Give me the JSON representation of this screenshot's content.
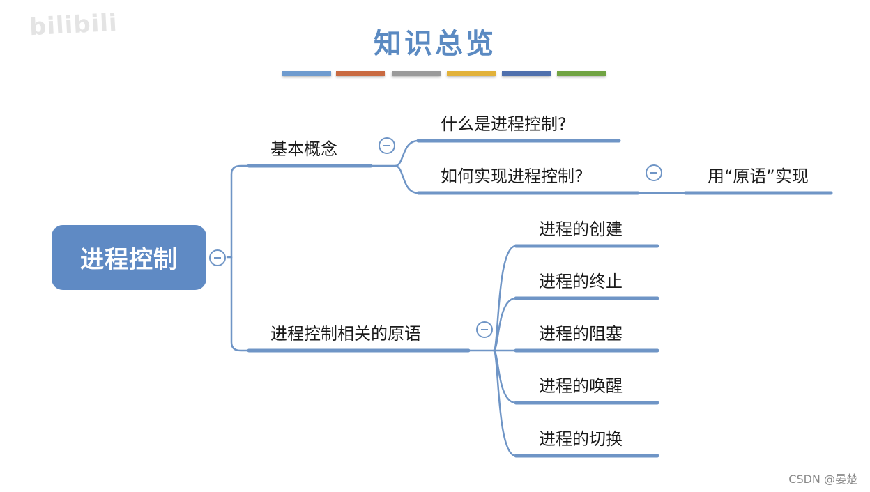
{
  "logo_text": "bilibili",
  "title": "知识总览",
  "color_bars": [
    "#6e9bcf",
    "#c96a41",
    "#9a9a9a",
    "#e2b23a",
    "#4f70ad",
    "#71a443"
  ],
  "root": {
    "label": "进程控制"
  },
  "branches": {
    "basic": {
      "label": "基本概念",
      "children": {
        "what": {
          "label": "什么是进程控制?"
        },
        "how": {
          "label": "如何实现进程控制?",
          "child": {
            "label": "用“原语”实现"
          }
        }
      }
    },
    "primitives": {
      "label": "进程控制相关的原语",
      "children": [
        {
          "label": "进程的创建"
        },
        {
          "label": "进程的终止"
        },
        {
          "label": "进程的阻塞"
        },
        {
          "label": "进程的唤醒"
        },
        {
          "label": "进程的切换"
        }
      ]
    }
  },
  "line_color": "#6f95c6",
  "watermark": "CSDN @晏楚"
}
